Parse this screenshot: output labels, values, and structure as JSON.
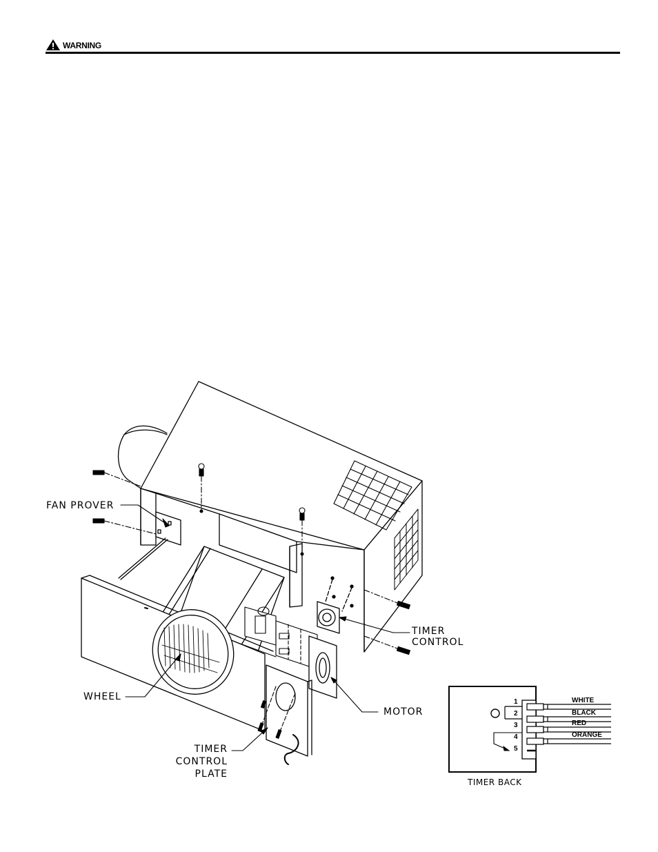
{
  "header": {
    "warning_label": "WARNING",
    "icon": "warning-triangle-icon"
  },
  "diagram": {
    "labels": {
      "fan_prover": "FAN  PROVER",
      "timer_control_1": "TIMER",
      "timer_control_2": "CONTROL",
      "wheel": "WHEEL",
      "motor": "MOTOR",
      "plate_1": "TIMER",
      "plate_2": "CONTROL",
      "plate_3": "PLATE"
    }
  },
  "timer_back": {
    "title": "TIMER  BACK",
    "terminals": [
      {
        "number": "1",
        "wire": "WHITE"
      },
      {
        "number": "2",
        "wire": "BLACK"
      },
      {
        "number": "3",
        "wire": "RED"
      },
      {
        "number": "4",
        "wire": "ORANGE"
      },
      {
        "number": "5",
        "wire": ""
      }
    ]
  }
}
